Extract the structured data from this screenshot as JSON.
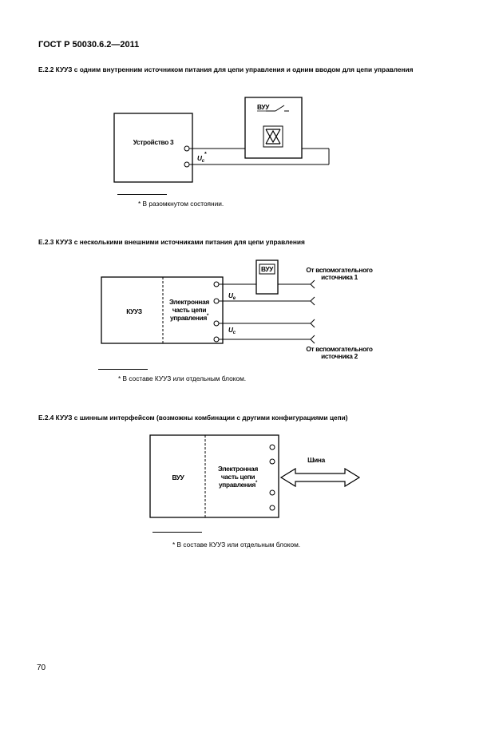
{
  "header": {
    "doc_code": "ГОСТ Р 50030.6.2—2011"
  },
  "section_e22": {
    "title": "Е.2.2 КУУЗ с одним внутренним источником питания для цепи управления и одним вводом для цепи управления",
    "device_label": "Устройство 3",
    "vuu_label": "ВУУ",
    "voltage_symbol": "U",
    "voltage_sub": "c",
    "star": "*",
    "footnote": "* В разомкнутом состоянии."
  },
  "section_e23": {
    "title": "Е.2.3 КУУЗ с несколькими внешними источниками питания для цепи управления",
    "kuuz_label": "КУУЗ",
    "electronic_part": [
      "Электронная",
      "часть цепи",
      "управления"
    ],
    "star": "*",
    "vuu_label": "ВУУ",
    "voltage_symbol": "U",
    "voltage_sub_e": "e",
    "voltage_sub_c": "c",
    "source1": [
      "От вспомогательного",
      "источника 1"
    ],
    "source2": [
      "От вспомогательного",
      "источника 2"
    ],
    "footnote": "* В составе КУУЗ или отдельным блоком."
  },
  "section_e24": {
    "title": "Е.2.4 КУУЗ с шинным интерфейсом (возможны комбинации с другими конфигурациями цепи)",
    "vuu_label": "ВУУ",
    "electronic_part": [
      "Электронная",
      "часть цепи",
      "управления"
    ],
    "star": "*",
    "bus_label": "Шина",
    "footnote": "* В составе КУУЗ или отдельным блоком."
  },
  "footer": {
    "page_number": "70"
  }
}
